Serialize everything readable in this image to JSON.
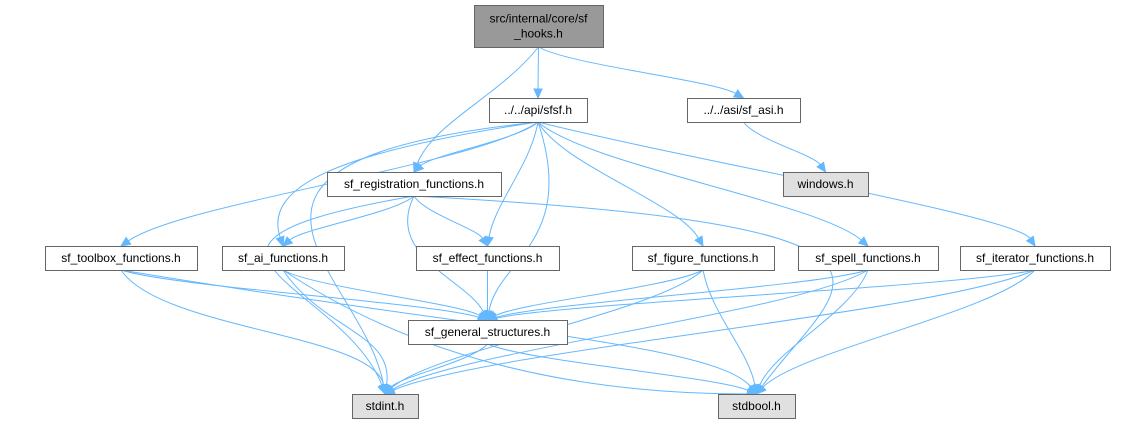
{
  "colors": {
    "edge": "#63b8ff",
    "node_fill_default": "#ffffff",
    "node_fill_root": "#999999",
    "node_fill_external": "#e0e0e0",
    "node_border": "#666666"
  },
  "nodes": {
    "root": {
      "lines": [
        "src/internal/core/sf",
        "_hooks.h"
      ],
      "kind": "root"
    },
    "sfsf": {
      "lines": [
        "../../api/sfsf.h"
      ],
      "kind": "file"
    },
    "sf_asi": {
      "lines": [
        "../../asi/sf_asi.h"
      ],
      "kind": "file"
    },
    "windows": {
      "lines": [
        "windows.h"
      ],
      "kind": "external"
    },
    "registration": {
      "lines": [
        "sf_registration_functions.h"
      ],
      "kind": "file"
    },
    "toolbox": {
      "lines": [
        "sf_toolbox_functions.h"
      ],
      "kind": "file"
    },
    "ai": {
      "lines": [
        "sf_ai_functions.h"
      ],
      "kind": "file"
    },
    "effect": {
      "lines": [
        "sf_effect_functions.h"
      ],
      "kind": "file"
    },
    "figure": {
      "lines": [
        "sf_figure_functions.h"
      ],
      "kind": "file"
    },
    "spell": {
      "lines": [
        "sf_spell_functions.h"
      ],
      "kind": "file"
    },
    "iterator": {
      "lines": [
        "sf_iterator_functions.h"
      ],
      "kind": "file"
    },
    "general": {
      "lines": [
        "sf_general_structures.h"
      ],
      "kind": "file"
    },
    "stdint": {
      "lines": [
        "stdint.h"
      ],
      "kind": "external"
    },
    "stdbool": {
      "lines": [
        "stdbool.h"
      ],
      "kind": "external"
    }
  },
  "edges": [
    [
      "root",
      "sfsf"
    ],
    [
      "root",
      "sf_asi"
    ],
    [
      "root",
      "registration"
    ],
    [
      "sfsf",
      "registration"
    ],
    [
      "sfsf",
      "toolbox"
    ],
    [
      "sfsf",
      "ai"
    ],
    [
      "sfsf",
      "effect"
    ],
    [
      "sfsf",
      "figure"
    ],
    [
      "sfsf",
      "spell"
    ],
    [
      "sfsf",
      "iterator"
    ],
    [
      "sfsf",
      "general"
    ],
    [
      "sfsf",
      "stdint"
    ],
    [
      "sf_asi",
      "windows"
    ],
    [
      "registration",
      "ai"
    ],
    [
      "registration",
      "effect"
    ],
    [
      "registration",
      "general"
    ],
    [
      "registration",
      "stdint"
    ],
    [
      "registration",
      "stdbool"
    ],
    [
      "toolbox",
      "general"
    ],
    [
      "toolbox",
      "stdint"
    ],
    [
      "toolbox",
      "stdbool"
    ],
    [
      "ai",
      "general"
    ],
    [
      "ai",
      "stdint"
    ],
    [
      "ai",
      "stdbool"
    ],
    [
      "effect",
      "general"
    ],
    [
      "figure",
      "general"
    ],
    [
      "figure",
      "stdint"
    ],
    [
      "figure",
      "stdbool"
    ],
    [
      "spell",
      "general"
    ],
    [
      "spell",
      "stdint"
    ],
    [
      "spell",
      "stdbool"
    ],
    [
      "iterator",
      "general"
    ],
    [
      "iterator",
      "stdint"
    ],
    [
      "iterator",
      "stdbool"
    ],
    [
      "general",
      "stdint"
    ],
    [
      "general",
      "stdbool"
    ]
  ]
}
